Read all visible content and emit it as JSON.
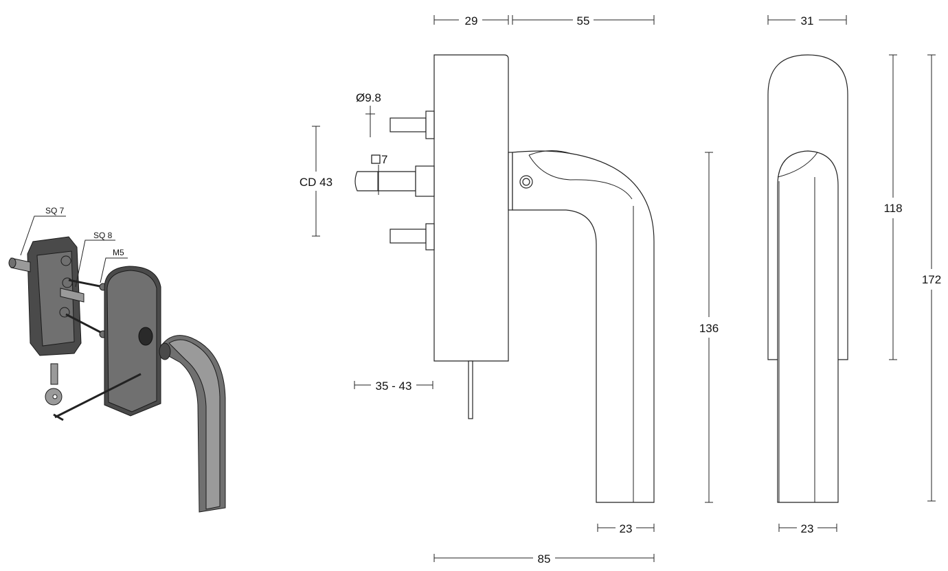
{
  "iso_view": {
    "labels": {
      "sq7": "SQ 7",
      "sq8": "SQ 8",
      "m5": "M5"
    }
  },
  "side_view": {
    "dims": {
      "top_base": "29",
      "top_handle": "55",
      "spindle_dia": "Ø9.8",
      "square": "7",
      "cd": "CD 43",
      "range": "35 - 43",
      "handle_height": "136",
      "grip_width": "23",
      "total_width": "85"
    }
  },
  "front_view": {
    "dims": {
      "width": "31",
      "rose_height": "118",
      "total_height": "172",
      "grip_width": "23"
    }
  }
}
